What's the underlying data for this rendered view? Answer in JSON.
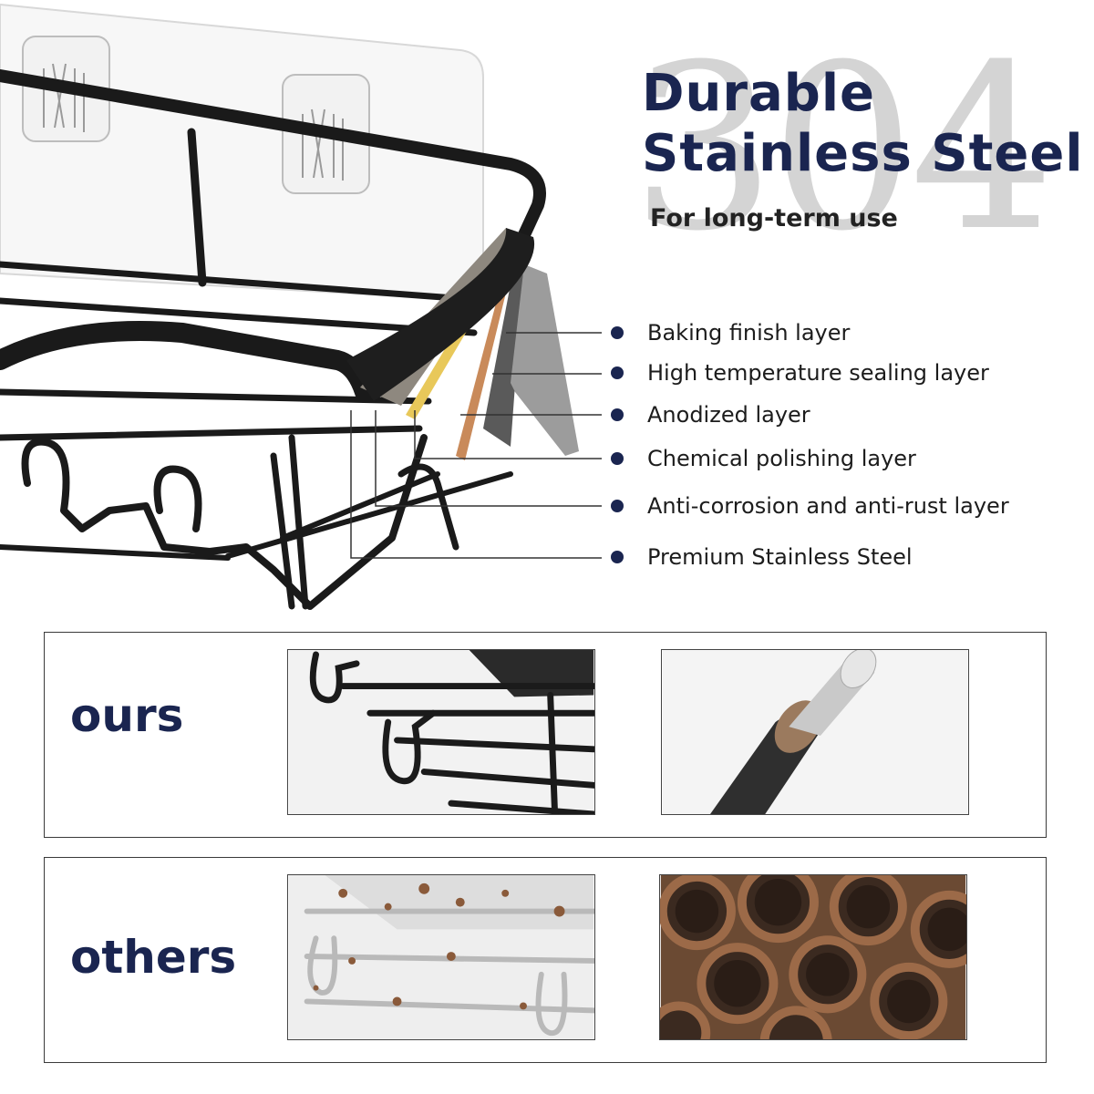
{
  "headline": {
    "watermark": "304",
    "title_line1": "Durable",
    "title_line2": "Stainless Steel",
    "subtitle": "For long-term use"
  },
  "layers": [
    {
      "label": "Baking finish layer"
    },
    {
      "label": "High temperature sealing layer"
    },
    {
      "label": "Anodized layer"
    },
    {
      "label": "Chemical polishing layer"
    },
    {
      "label": "Anti-corrosion and anti-rust layer"
    },
    {
      "label": "Premium Stainless Steel"
    }
  ],
  "comparison": {
    "ours_label": "ours",
    "others_label": "others"
  },
  "colors": {
    "navy": "#1a2550",
    "watermark_gray": "#d4d4d4",
    "rust": "#8a5a3a"
  }
}
